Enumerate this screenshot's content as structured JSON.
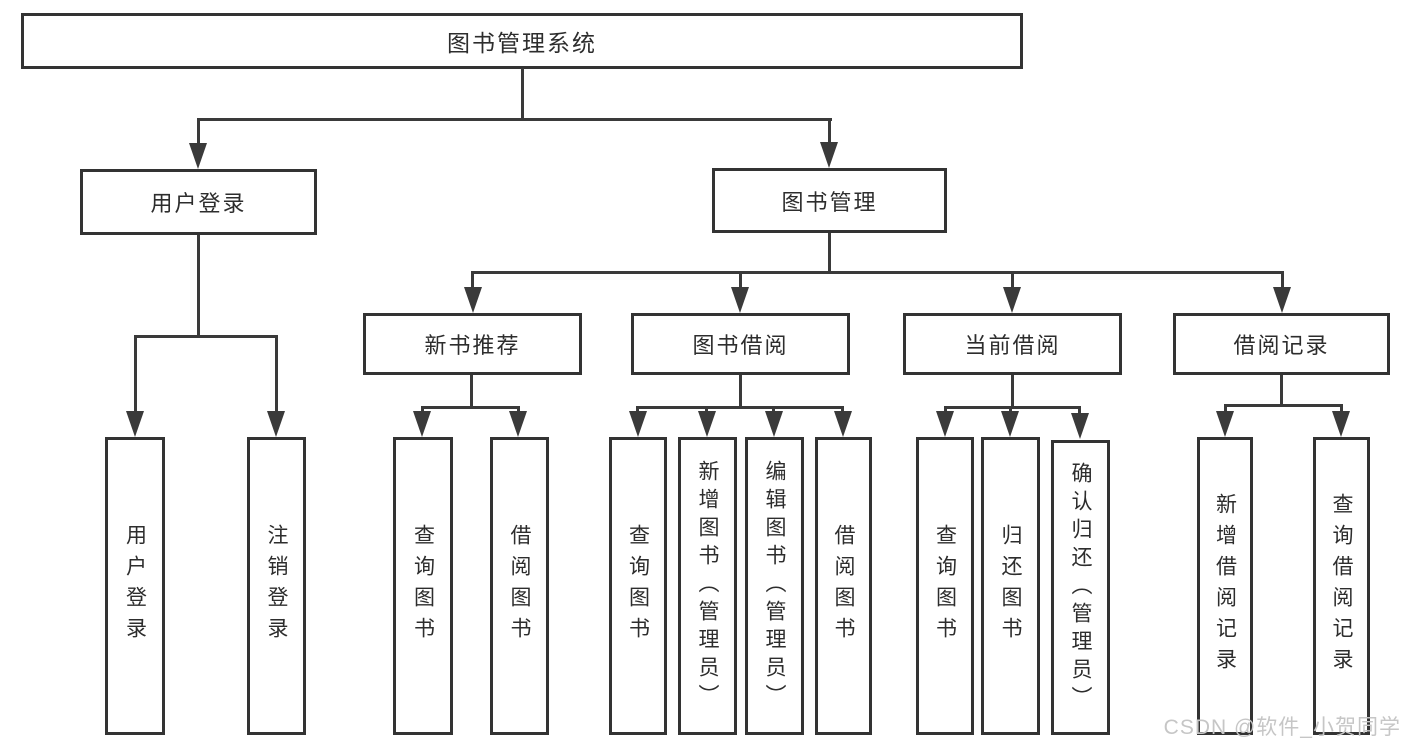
{
  "diagram": {
    "root": {
      "label": "图书管理系统"
    },
    "level2": [
      {
        "id": "user-login",
        "label": "用户登录"
      },
      {
        "id": "book-management",
        "label": "图书管理"
      }
    ],
    "level3": [
      {
        "id": "new-book-recommend",
        "label": "新书推荐",
        "parent": "book-management"
      },
      {
        "id": "book-borrow",
        "label": "图书借阅",
        "parent": "book-management"
      },
      {
        "id": "current-borrow",
        "label": "当前借阅",
        "parent": "book-management"
      },
      {
        "id": "borrow-records",
        "label": "借阅记录",
        "parent": "book-management"
      }
    ],
    "leaves": [
      {
        "parent": "user-login",
        "label": "用户登录"
      },
      {
        "parent": "user-login",
        "label": "注销登录"
      },
      {
        "parent": "new-book-recommend",
        "label": "查询图书"
      },
      {
        "parent": "new-book-recommend",
        "label": "借阅图书"
      },
      {
        "parent": "book-borrow",
        "label": "查询图书"
      },
      {
        "parent": "book-borrow",
        "label": "新增图书（管理员）"
      },
      {
        "parent": "book-borrow",
        "label": "编辑图书（管理员）"
      },
      {
        "parent": "book-borrow",
        "label": "借阅图书"
      },
      {
        "parent": "current-borrow",
        "label": "查询图书"
      },
      {
        "parent": "current-borrow",
        "label": "归还图书"
      },
      {
        "parent": "current-borrow",
        "label": "确认归还（管理员）"
      },
      {
        "parent": "borrow-records",
        "label": "新增借阅记录"
      },
      {
        "parent": "borrow-records",
        "label": "查询借阅记录"
      }
    ],
    "watermark": "CSDN @软件_小贺同学",
    "colors": {
      "background": "#ffffff",
      "box_border": "#333333",
      "connector_line": "#3a3a3a",
      "text": "#2d2d2d",
      "watermark_text": "#c6c6c6"
    }
  }
}
